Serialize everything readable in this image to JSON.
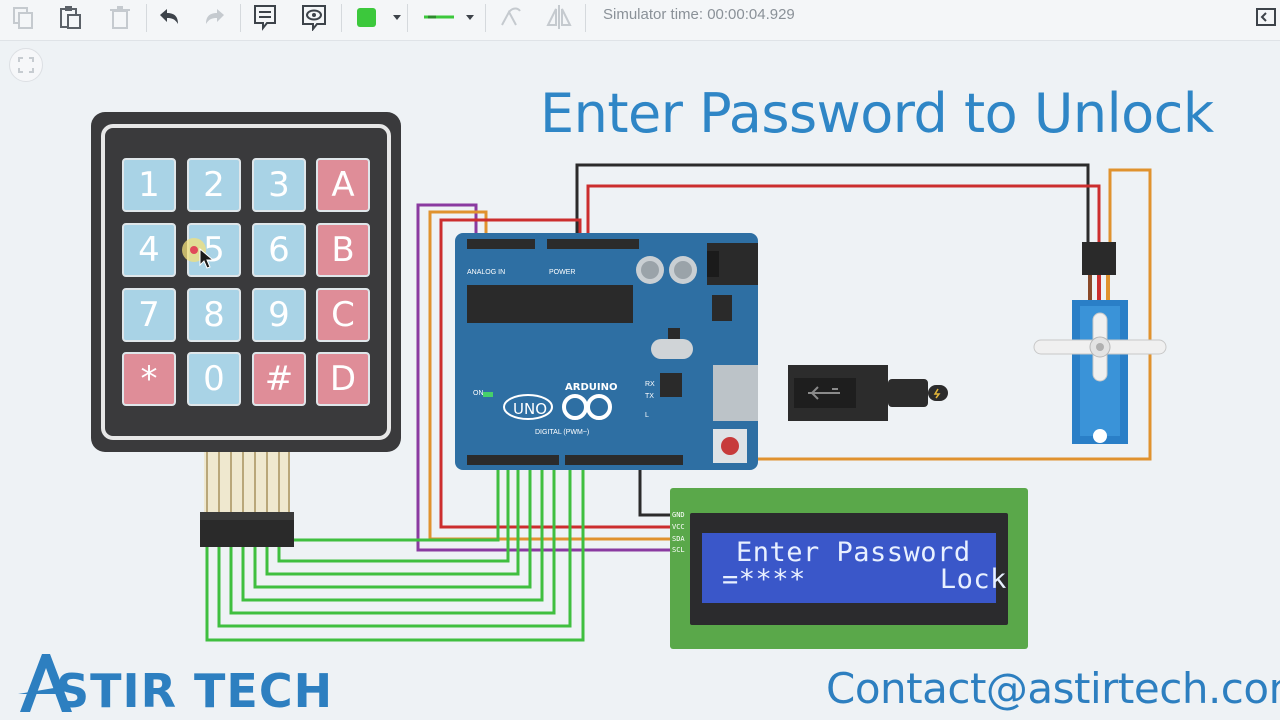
{
  "toolbar": {
    "simulator_time": "Simulator time: 00:00:04.929",
    "icons": [
      "copy-icon",
      "paste-icon",
      "delete-icon",
      "undo-icon",
      "redo-icon",
      "notes-icon",
      "visibility-icon",
      "color-swatch-icon",
      "line-style-icon",
      "rotate-icon",
      "mirror-icon"
    ],
    "accent_color": "#3cc83c"
  },
  "canvas": {
    "title": "Enter Password to Unlock",
    "keypad": {
      "keys": [
        "1",
        "2",
        "3",
        "A",
        "4",
        "5",
        "6",
        "B",
        "7",
        "8",
        "9",
        "C",
        "*",
        "0",
        "#",
        "D"
      ]
    },
    "arduino": {
      "brand": "ARDUINO",
      "model": "UNO",
      "analog_label": "ANALOG IN",
      "power_label": "POWER",
      "digital_label": "DIGITAL (PWM~)",
      "on_label": "ON",
      "tx_label": "TX",
      "rx_label": "RX",
      "l_label": "L"
    },
    "lcd": {
      "line1": "Enter Password",
      "line2": "=****        Lock",
      "pins": [
        "GND",
        "VCC",
        "SDA",
        "SCL"
      ]
    }
  },
  "footer": {
    "brand": "STIR TECH",
    "contact": "Contact@astirtech.com"
  }
}
